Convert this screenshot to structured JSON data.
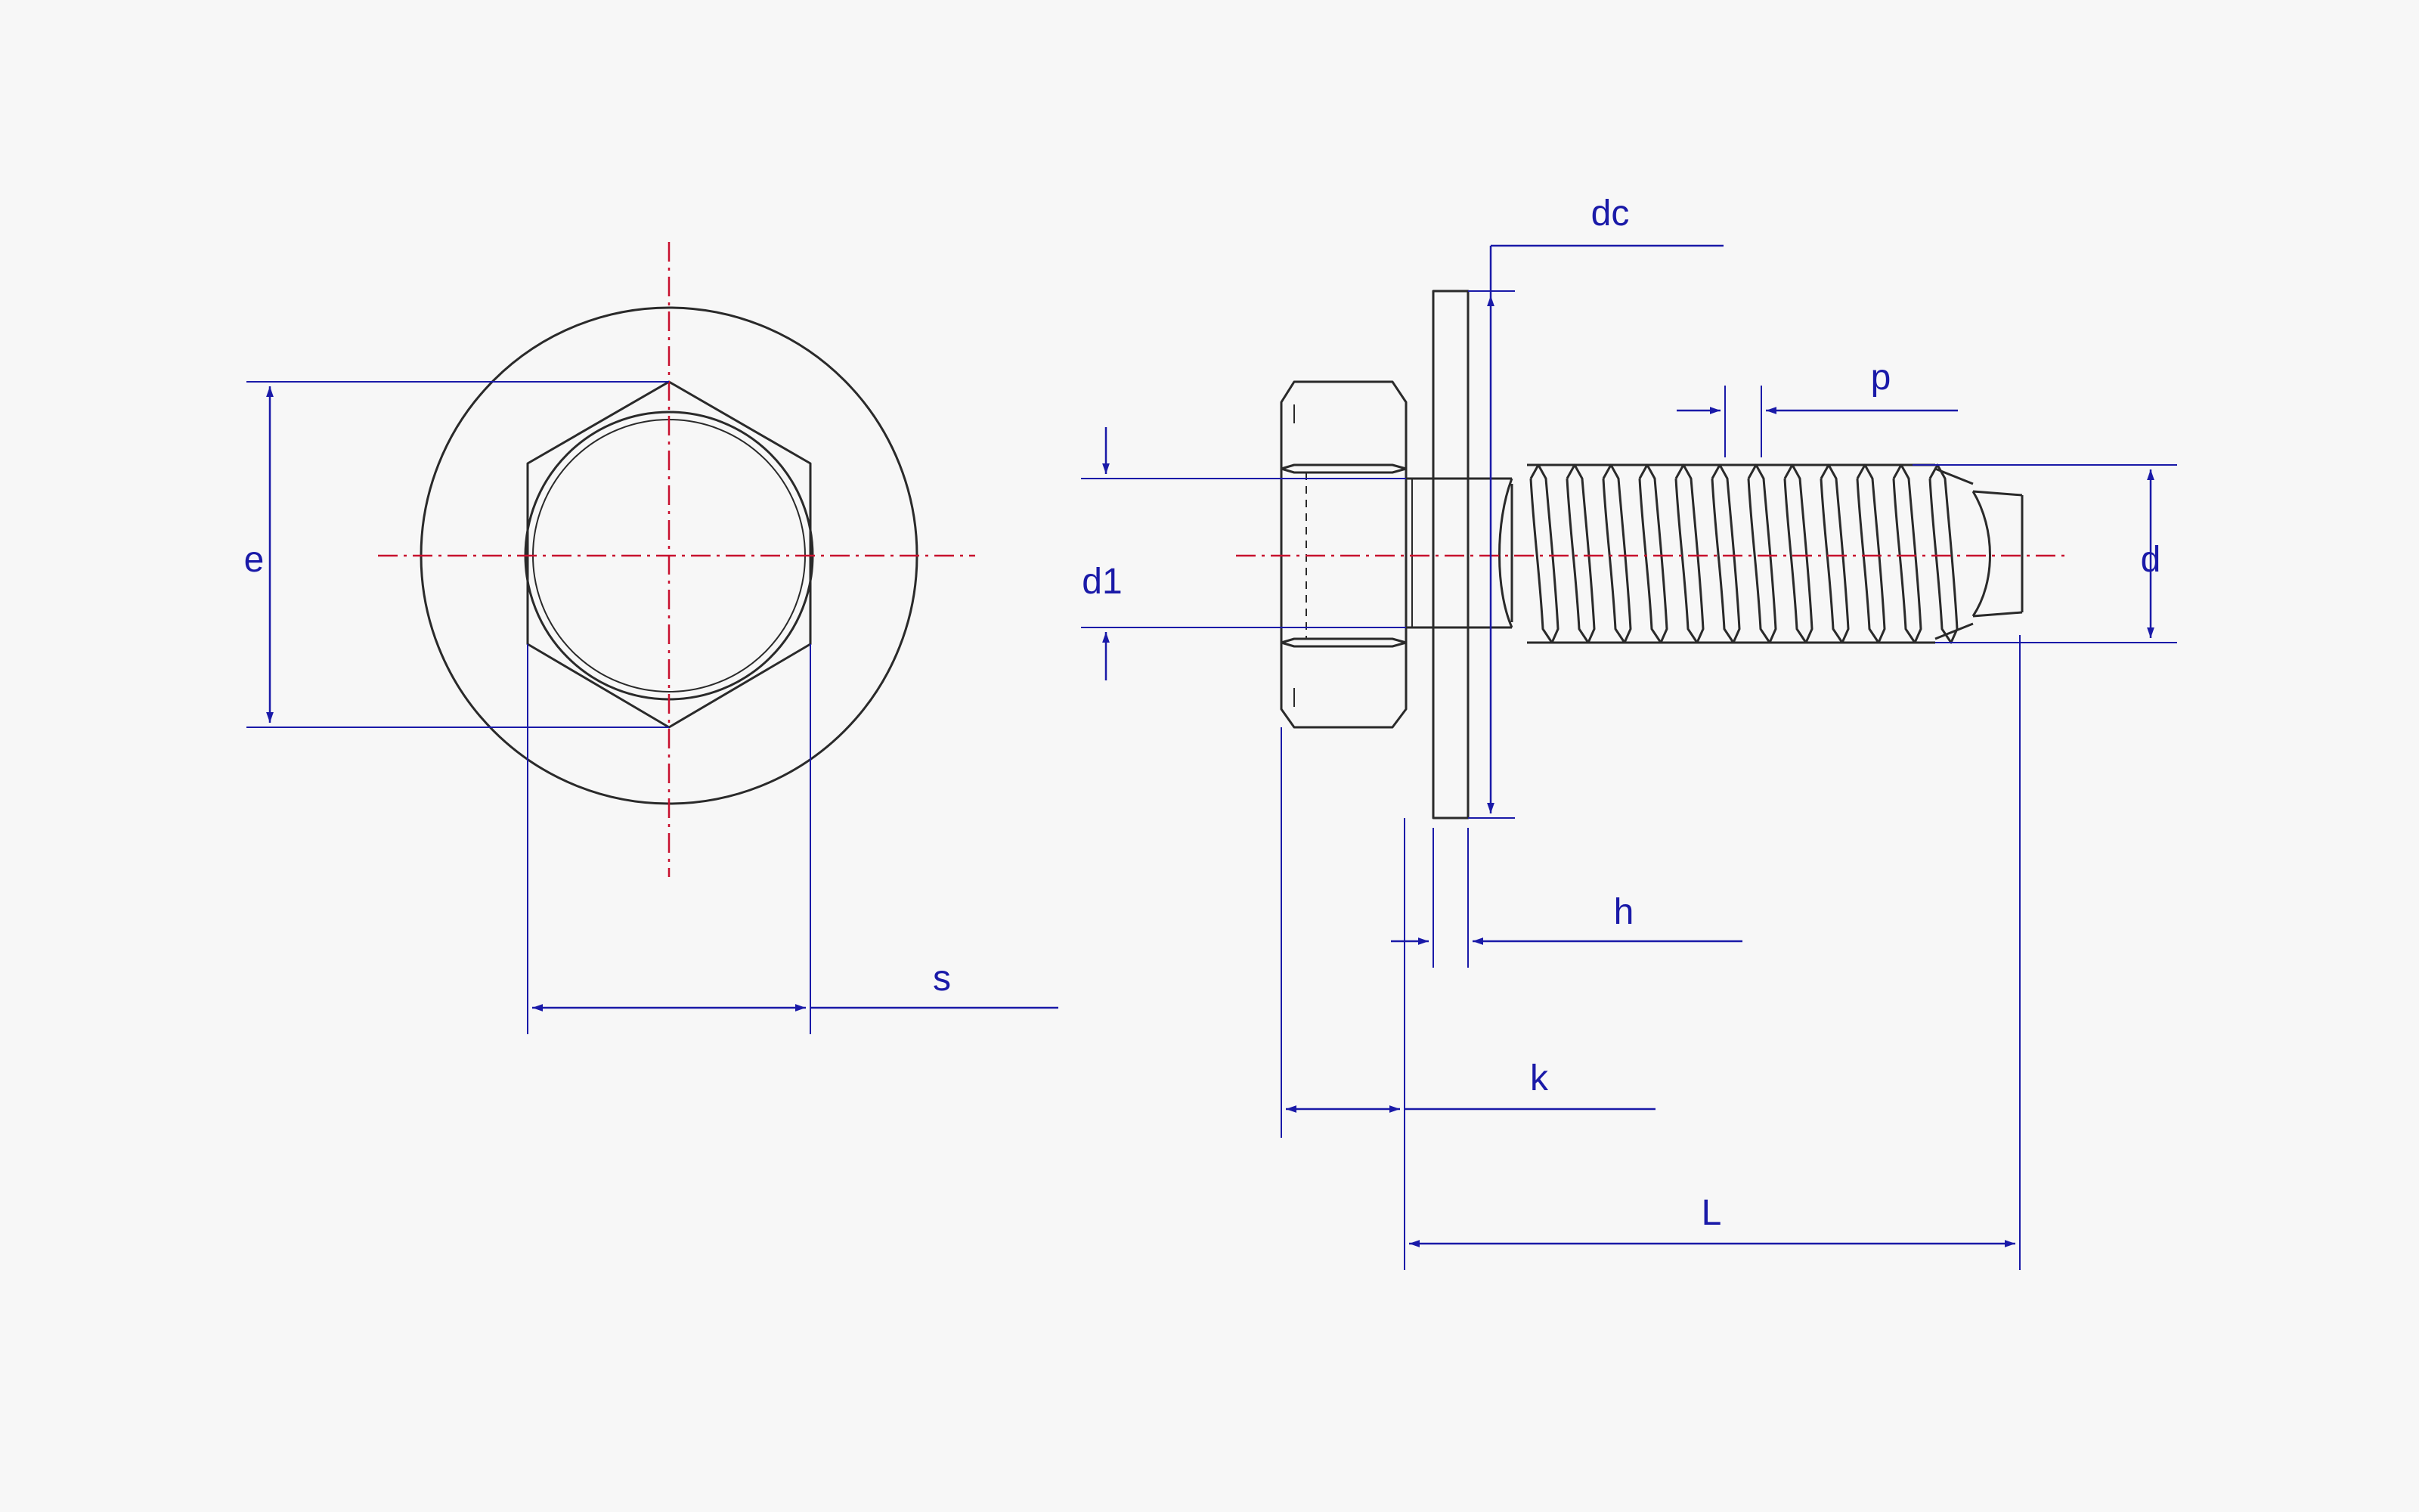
{
  "labels": {
    "e": "e",
    "s": "s",
    "dc": "dc",
    "p": "p",
    "d1": "d1",
    "d": "d",
    "h": "h",
    "k": "k",
    "L": "L"
  },
  "colors": {
    "object_line": "#2a2a2a",
    "dimension_line": "#1a1aa8",
    "center_line": "#c8102e",
    "background": "#f7f7f7"
  }
}
